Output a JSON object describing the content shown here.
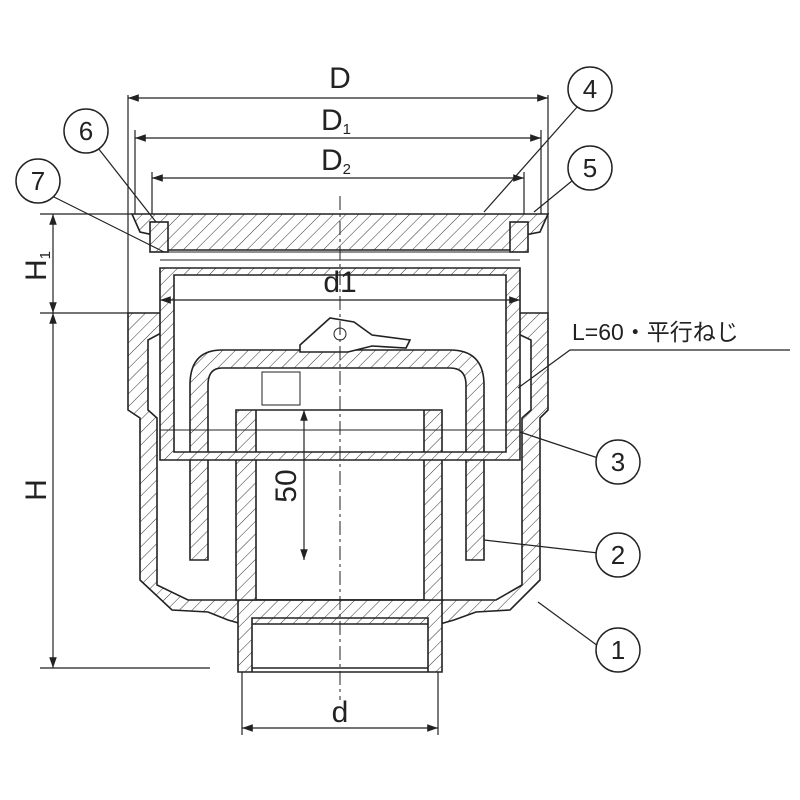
{
  "dimensions": {
    "D": "D",
    "D1_base": "D",
    "D1_sub": "1",
    "D2_base": "D",
    "D2_sub": "2",
    "H1_base": "H",
    "H1_sub": "1",
    "H": "H",
    "d1": "d1",
    "d": "d",
    "depth": "50"
  },
  "thread_note": "L=60・平行ねじ",
  "callouts": [
    "1",
    "2",
    "3",
    "4",
    "5",
    "6",
    "7"
  ]
}
